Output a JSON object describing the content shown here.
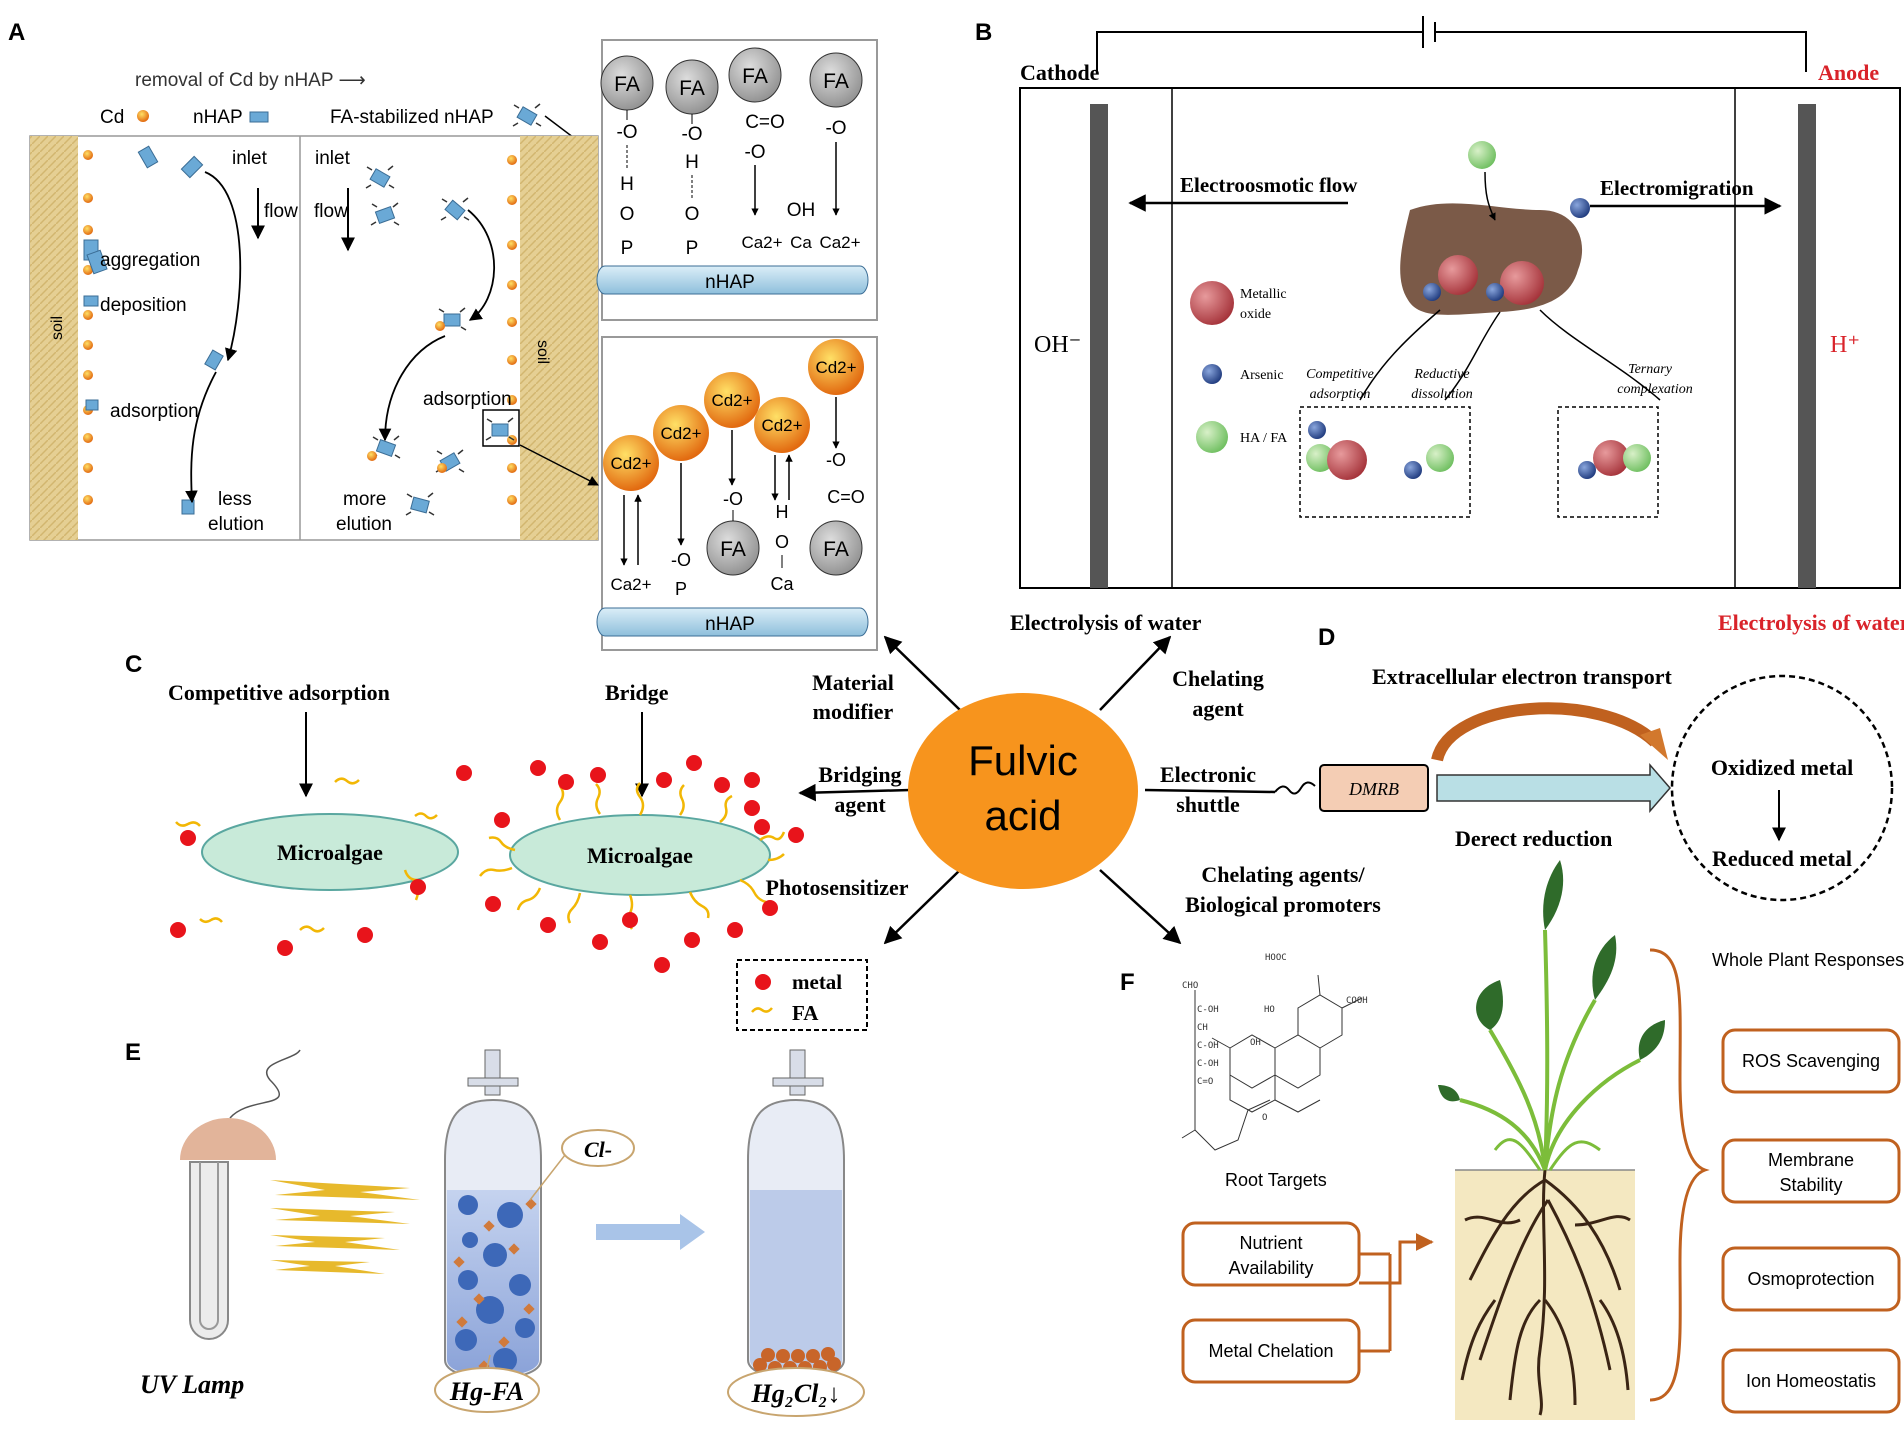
{
  "colors": {
    "orange": "#f7941d",
    "soil": "#e5cf93",
    "nhap": "#b8d7ea",
    "microalgae": "#c8ead9",
    "red": "#e8141b",
    "brown": "#c0611f",
    "ceramic": "#e2b49a",
    "metallic_oxide": "#b8454a",
    "arsenic": "#2f4e96",
    "hafa": "#86c77a"
  },
  "center": {
    "line1": "Fulvic",
    "line2": "acid"
  },
  "labels": {
    "material_modifier": [
      "Material",
      "modifier"
    ],
    "chelating_agent": [
      "Chelating",
      "agent"
    ],
    "bridging_agent": [
      "Bridging",
      "agent"
    ],
    "electronic_shuttle": [
      "Electronic",
      "shuttle"
    ],
    "photosensitizer": "Photosensitizer",
    "chelating_bio": [
      "Chelating agents/",
      "Biological promoters"
    ]
  },
  "panel_a": {
    "letter": "A",
    "title": "removal of Cd by nHAP ⟶",
    "legend_cd": "Cd",
    "legend_nhap": "nHAP",
    "legend_fa": "FA-stabilized nHAP",
    "soil": "soil",
    "inlet": "inlet",
    "flow": "flow",
    "aggregation": "aggregation",
    "deposition": "deposition",
    "adsorption": "adsorption",
    "less_elution": [
      "less",
      "elution"
    ],
    "more_elution": [
      "more",
      "elution"
    ],
    "fa": "FA",
    "nhap_bar": "nHAP",
    "cd2": "Cd2+",
    "ca2": "Ca2+",
    "top_chem": {
      "o_minus": "-O",
      "h": "H",
      "o": "O",
      "p": "P",
      "c": "C=O",
      "oh": "OH",
      "ca": "Ca"
    }
  },
  "panel_b": {
    "letter": "B",
    "cathode": "Cathode",
    "anode": "Anode",
    "eo_flow": "Electroosmotic flow",
    "em": "Electromigration",
    "oh": "OH⁻",
    "h": "H⁺",
    "metallic_oxide": [
      "Metallic",
      "oxide"
    ],
    "arsenic": "Arsenic",
    "hafa": "HA / FA",
    "competitive": [
      "Competitive",
      "adsorption"
    ],
    "reductive": [
      "Reductive",
      "dissolution"
    ],
    "ternary": [
      "Ternary",
      "complexation"
    ],
    "electrolysis_left": "Electrolysis of water",
    "electrolysis_right": "Electrolysis of water"
  },
  "panel_c": {
    "letter": "C",
    "competitive": "Competitive adsorption",
    "bridge": "Bridge",
    "microalgae": "Microalgae",
    "legend_metal": "metal",
    "legend_fa": "FA"
  },
  "panel_d": {
    "letter": "D",
    "eet": "Extracellular electron transport",
    "dmrb": "DMRB",
    "direct": "Derect reduction",
    "oxidized": "Oxidized metal",
    "reduced": "Reduced metal"
  },
  "panel_e": {
    "letter": "E",
    "uv": "UV Lamp",
    "cl": "Cl-",
    "hgfa": "Hg-FA",
    "hg2cl2": "Hg₂Cl₂↓"
  },
  "panel_f": {
    "letter": "F",
    "whole_plant": "Whole Plant Responses",
    "root_targets": "Root Targets",
    "nutrient": [
      "Nutrient",
      "Availability"
    ],
    "metal_chelation": "Metal Chelation",
    "ros": "ROS Scavenging",
    "membrane": [
      "Membrane",
      "Stability"
    ],
    "osmo": "Osmoprotection",
    "ion": "Ion Homeostatis",
    "mol_left": [
      "CHO",
      "C-OH",
      "CH",
      "C-OH",
      "C-OH",
      "C=O"
    ],
    "mol_right": [
      "HOOC",
      "COOH",
      "HO",
      "OH",
      "O"
    ]
  }
}
